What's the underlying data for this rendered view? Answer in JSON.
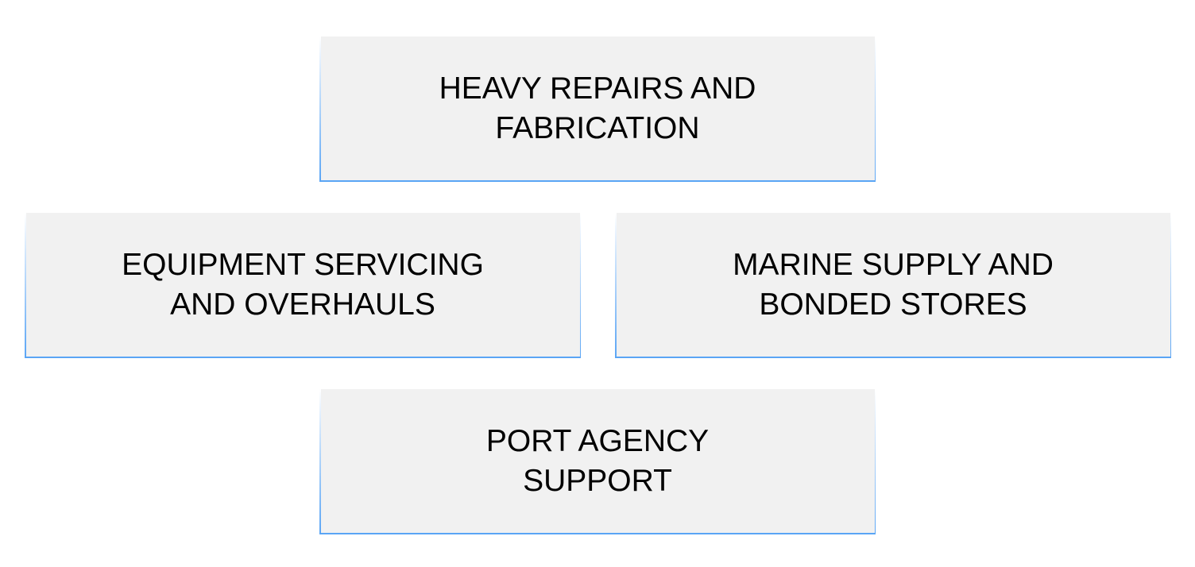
{
  "boxes": [
    {
      "label": "HEAVY REPAIRS AND FABRICATION"
    },
    {
      "label": "EQUIPMENT SERVICING AND OVERHAULS"
    },
    {
      "label": "MARINE SUPPLY AND BONDED STORES"
    },
    {
      "label": "PORT AGENCY SUPPORT"
    }
  ]
}
